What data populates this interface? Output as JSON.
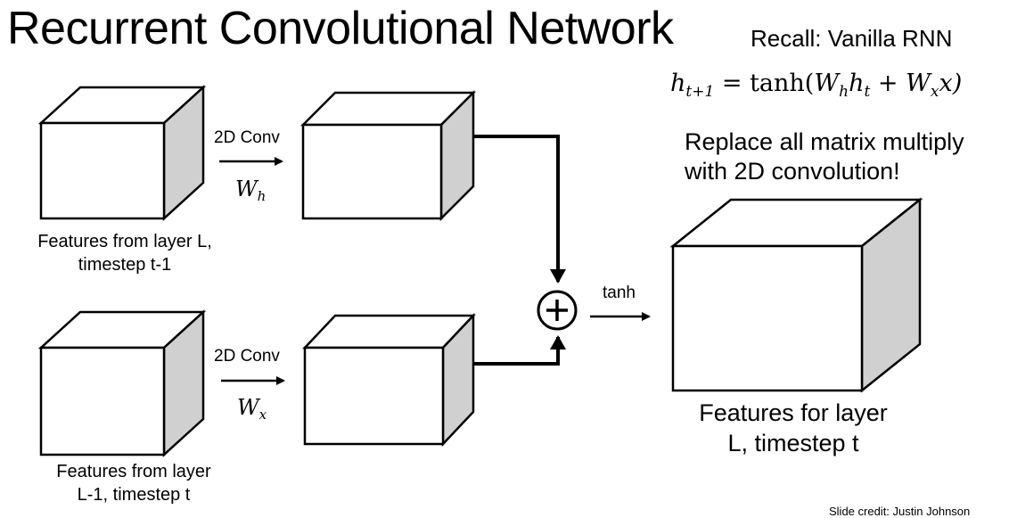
{
  "slide": {
    "title": "Recurrent Convolutional Network",
    "recall": "Recall: Vanilla RNN",
    "replace_note": "Replace all matrix multiply with 2D convolution!",
    "credit": "Slide credit: Justin Johnson"
  },
  "equation": {
    "h": "h",
    "t_plus_1": "t+1",
    "eq_tanh": " = tanh(",
    "W1": "W",
    "W1_sub": "h",
    "h2": "h",
    "h2_sub": "t",
    "plus": " + ",
    "W2": "W",
    "W2_sub": "x",
    "x_close": "x)"
  },
  "diagram": {
    "input_top_caption_line1": "Features from layer L,",
    "input_top_caption_line2": "timestep t-1",
    "input_bottom_caption_line1": "Features from layer",
    "input_bottom_caption_line2": "L-1, timestep t",
    "conv_top_label": "2D Conv",
    "conv_bottom_label": "2D Conv",
    "weight_top": "W",
    "weight_top_sub": "h",
    "weight_bottom": "W",
    "weight_bottom_sub": "x",
    "activation_label": "tanh",
    "output_caption_line1": "Features for layer",
    "output_caption_line2": "L, timestep t",
    "colors": {
      "box_face": "#ffffff",
      "box_side": "#d0d0d0",
      "stroke": "#000000"
    }
  }
}
